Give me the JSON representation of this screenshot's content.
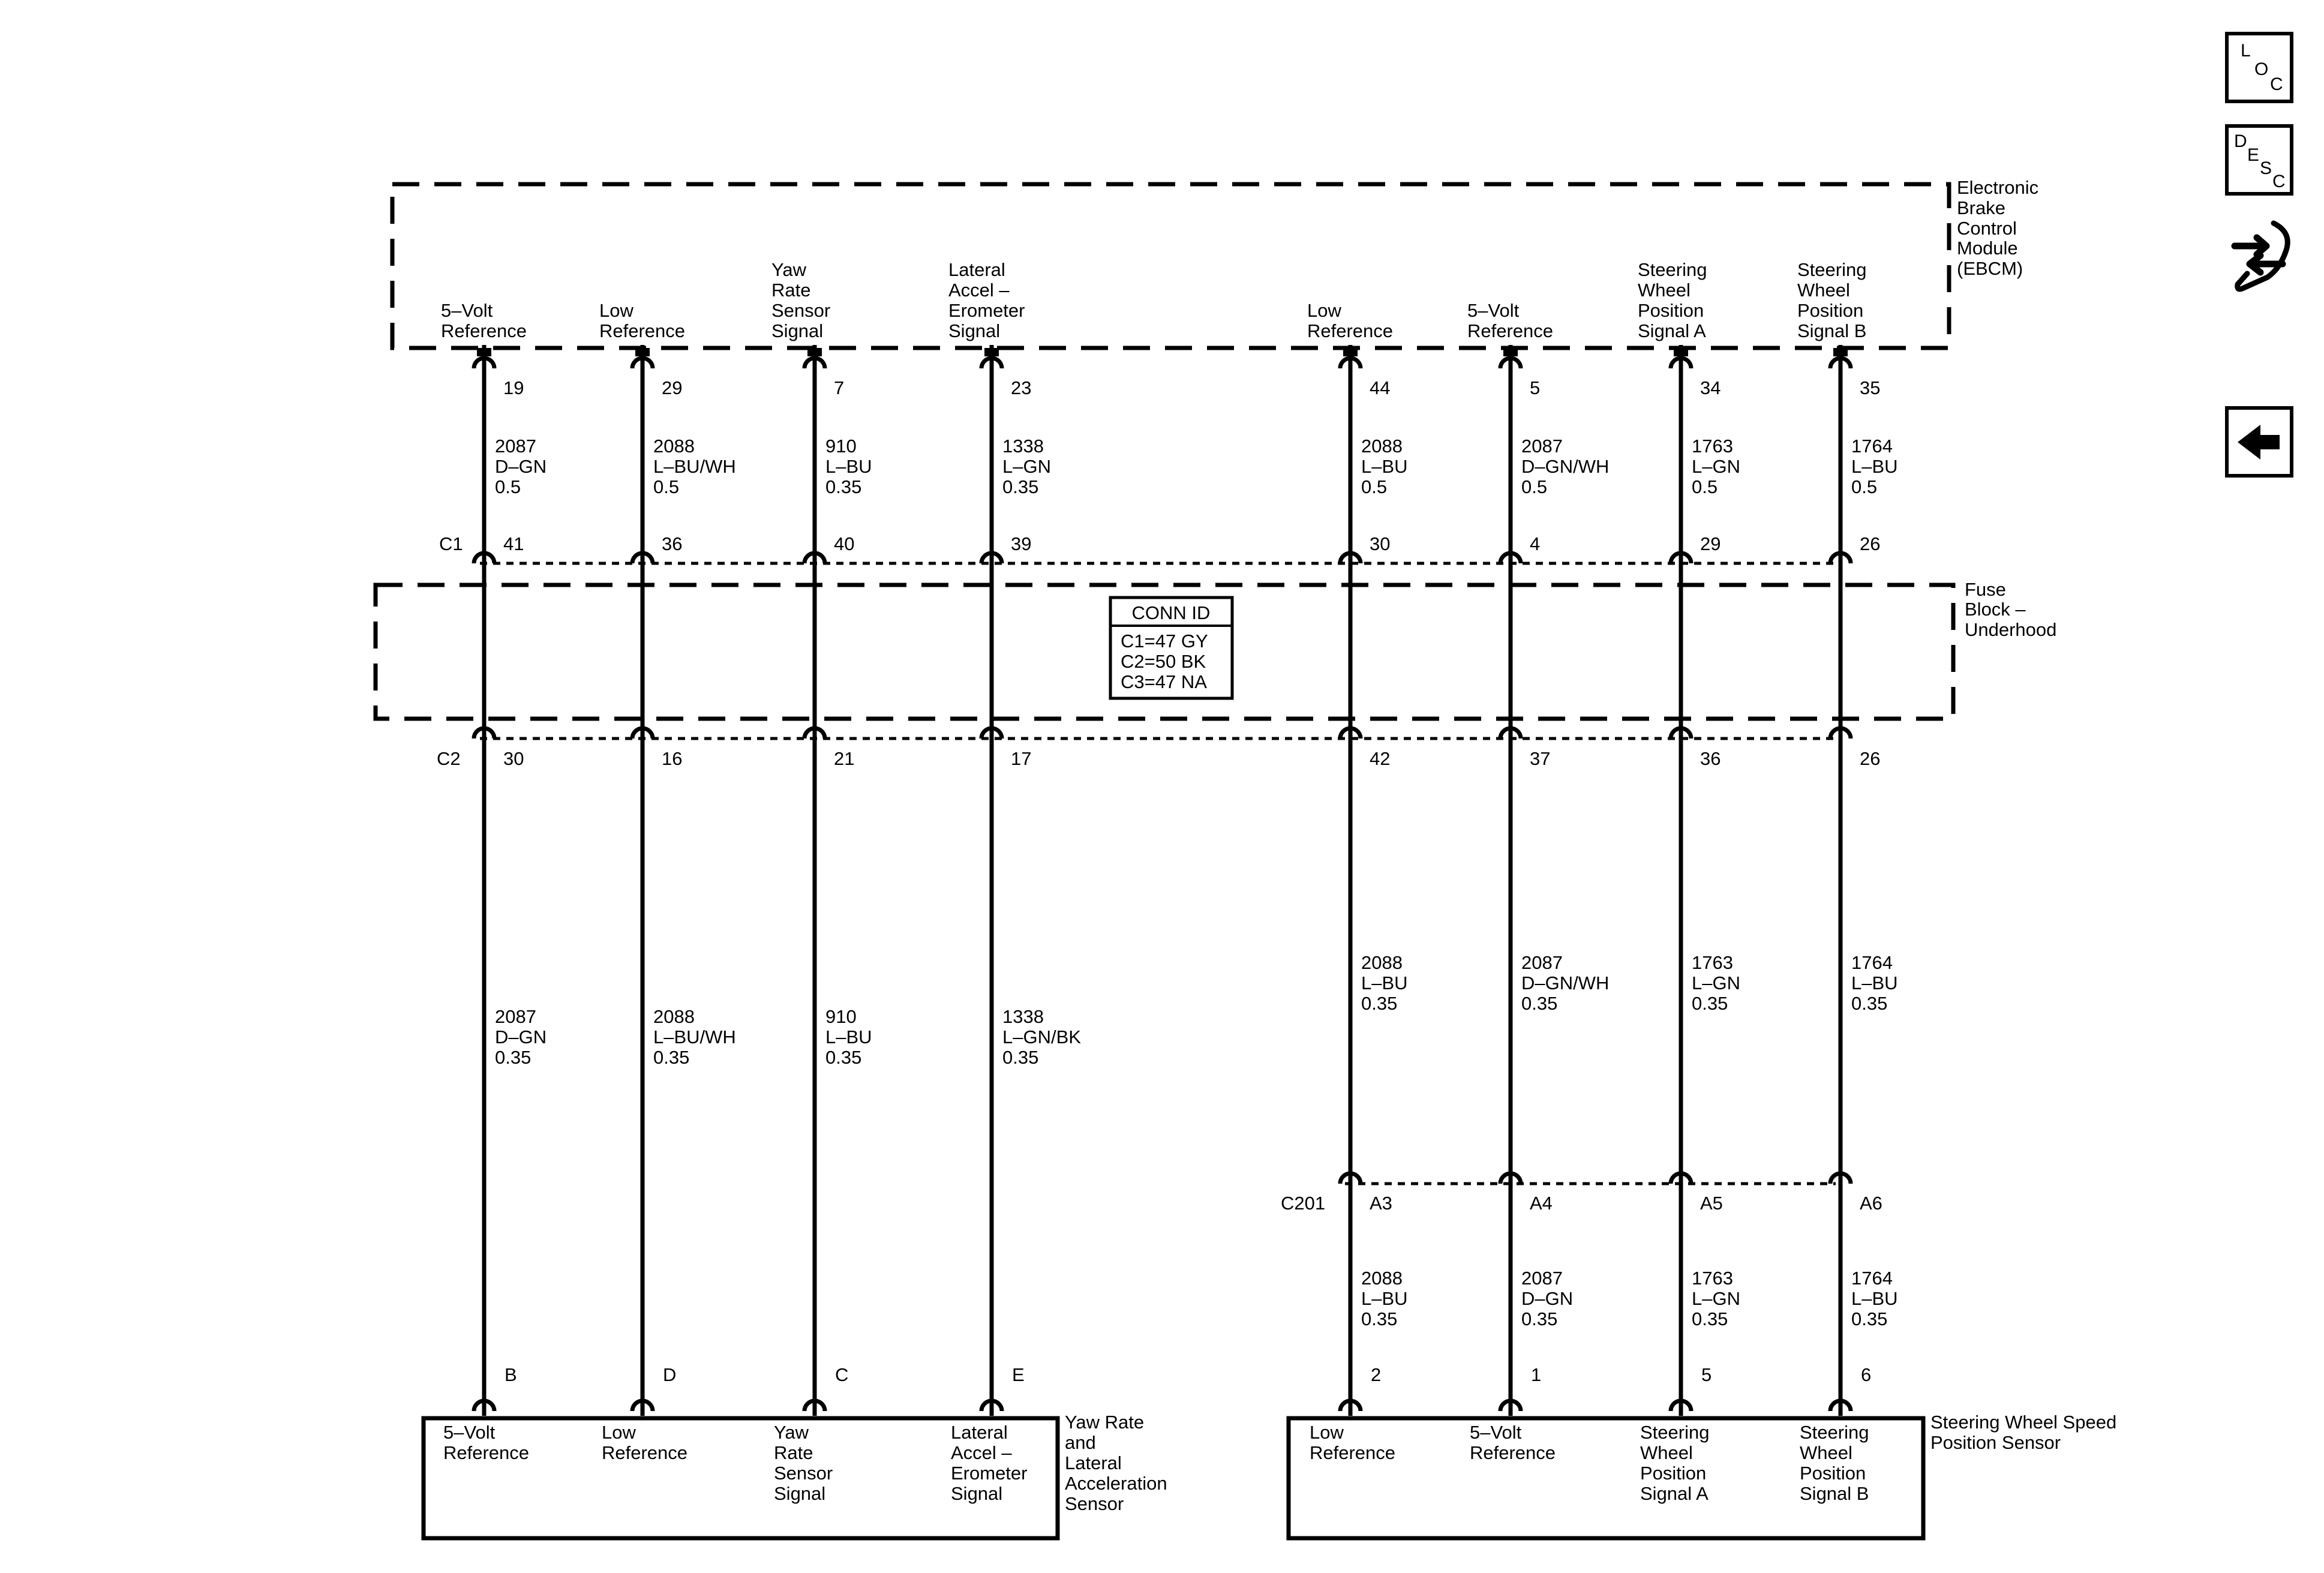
{
  "nav": {
    "loc": [
      "L",
      "O",
      "C"
    ],
    "desc": [
      "D",
      "E",
      "S",
      "C"
    ]
  },
  "modules": {
    "ebcm": [
      "Electronic",
      "Brake",
      "Control",
      "Module",
      "(EBCM)"
    ],
    "fuse_block": [
      "Fuse",
      "Block –",
      "Underhood"
    ],
    "yaw_sensor": [
      "Yaw Rate",
      "and",
      "Lateral",
      "Acceleration",
      "Sensor"
    ],
    "steering_sensor": [
      "Steering Wheel Speed",
      "Position Sensor"
    ]
  },
  "conn_id": {
    "title": "CONN ID",
    "rows": [
      "C1=47 GY",
      "C2=50 BK",
      "C3=47 NA"
    ]
  },
  "connectors": {
    "c1": "C1",
    "c2": "C2",
    "c201": "C201"
  },
  "circuits": [
    {
      "top_label": [
        "5–Volt",
        "Reference"
      ],
      "pin_ebcm": "19",
      "wire_upper": [
        "2087",
        "D–GN",
        "0.5"
      ],
      "pin_c1": "41",
      "pin_c2": "30",
      "wire_lower": [
        "2087",
        "D–GN",
        "0.35"
      ],
      "pin_device": "B",
      "device_label": [
        "5–Volt",
        "Reference"
      ]
    },
    {
      "top_label": [
        "Low",
        "Reference"
      ],
      "pin_ebcm": "29",
      "wire_upper": [
        "2088",
        "L–BU/WH",
        "0.5"
      ],
      "pin_c1": "36",
      "pin_c2": "16",
      "wire_lower": [
        "2088",
        "L–BU/WH",
        "0.35"
      ],
      "pin_device": "D",
      "device_label": [
        "Low",
        "Reference"
      ]
    },
    {
      "top_label": [
        "Yaw",
        "Rate",
        "Sensor",
        "Signal"
      ],
      "pin_ebcm": "7",
      "wire_upper": [
        "910",
        "L–BU",
        "0.35"
      ],
      "pin_c1": "40",
      "pin_c2": "21",
      "wire_lower": [
        "910",
        "L–BU",
        "0.35"
      ],
      "pin_device": "C",
      "device_label": [
        "Yaw",
        "Rate",
        "Sensor",
        "Signal"
      ]
    },
    {
      "top_label": [
        "Lateral",
        "Accel –",
        "Erometer",
        "Signal"
      ],
      "pin_ebcm": "23",
      "wire_upper": [
        "1338",
        "L–GN",
        "0.35"
      ],
      "pin_c1": "39",
      "pin_c2": "17",
      "wire_lower": [
        "1338",
        "L–GN/BK",
        "0.35"
      ],
      "pin_device": "E",
      "device_label": [
        "Lateral",
        "Accel –",
        "Erometer",
        "Signal"
      ]
    },
    {
      "top_label": [
        "Low",
        "Reference"
      ],
      "pin_ebcm": "44",
      "wire_upper": [
        "2088",
        "L–BU",
        "0.5"
      ],
      "pin_c1": "30",
      "pin_c2": "42",
      "wire_mid": [
        "2088",
        "L–BU",
        "0.35"
      ],
      "pin_c201": "A3",
      "wire_lower": [
        "2088",
        "L–BU",
        "0.35"
      ],
      "pin_device": "2",
      "device_label": [
        "Low",
        "Reference"
      ]
    },
    {
      "top_label": [
        "5–Volt",
        "Reference"
      ],
      "pin_ebcm": "5",
      "wire_upper": [
        "2087",
        "D–GN/WH",
        "0.5"
      ],
      "pin_c1": "4",
      "pin_c2": "37",
      "wire_mid": [
        "2087",
        "D–GN/WH",
        "0.35"
      ],
      "pin_c201": "A4",
      "wire_lower": [
        "2087",
        "D–GN",
        "0.35"
      ],
      "pin_device": "1",
      "device_label": [
        "5–Volt",
        "Reference"
      ]
    },
    {
      "top_label": [
        "Steering",
        "Wheel",
        "Position",
        "Signal A"
      ],
      "pin_ebcm": "34",
      "wire_upper": [
        "1763",
        "L–GN",
        "0.5"
      ],
      "pin_c1": "29",
      "pin_c2": "36",
      "wire_mid": [
        "1763",
        "L–GN",
        "0.35"
      ],
      "pin_c201": "A5",
      "wire_lower": [
        "1763",
        "L–GN",
        "0.35"
      ],
      "pin_device": "5",
      "device_label": [
        "Steering",
        "Wheel",
        "Position",
        "Signal A"
      ]
    },
    {
      "top_label": [
        "Steering",
        "Wheel",
        "Position",
        "Signal B"
      ],
      "pin_ebcm": "35",
      "wire_upper": [
        "1764",
        "L–BU",
        "0.5"
      ],
      "pin_c1": "26",
      "pin_c2": "26",
      "wire_mid": [
        "1764",
        "L–BU",
        "0.35"
      ],
      "pin_c201": "A6",
      "wire_lower": [
        "1764",
        "L–BU",
        "0.35"
      ],
      "pin_device": "6",
      "device_label": [
        "Steering",
        "Wheel",
        "Position",
        "Signal B"
      ]
    }
  ]
}
